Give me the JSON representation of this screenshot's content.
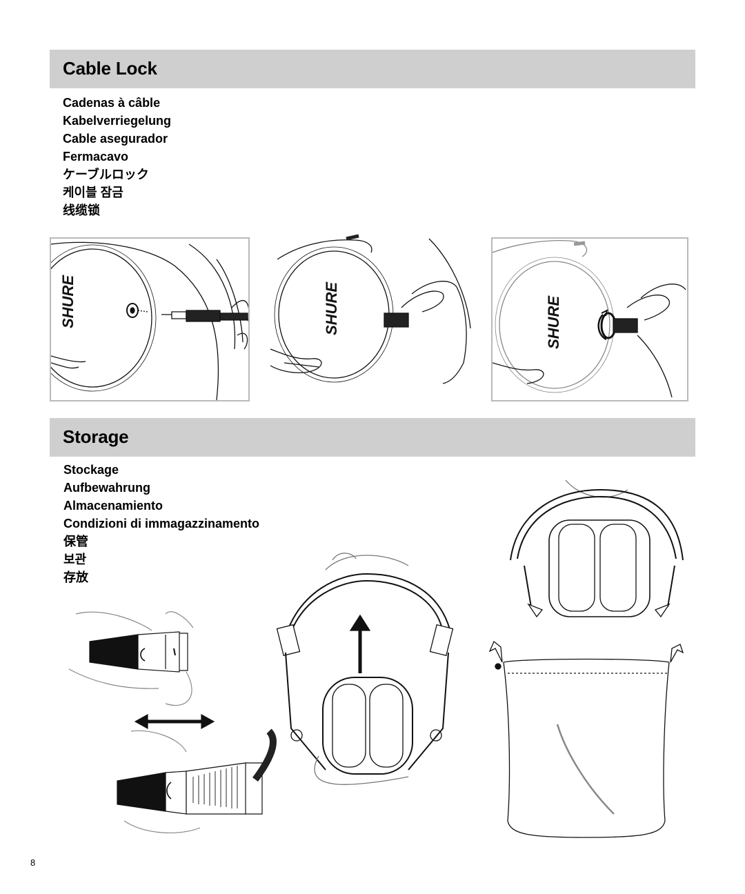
{
  "cable_lock": {
    "title": "Cable Lock",
    "translations": [
      "Cadenas à câble",
      "Kabelverriegelung",
      "Cable asegurador",
      "Fermacavo",
      "ケーブルロック",
      "케이블 잠금",
      "线缆锁"
    ],
    "logo_text": "SHURE"
  },
  "storage": {
    "title": "Storage",
    "translations": [
      "Stockage",
      "Aufbewahrung",
      "Almacenamiento",
      "Condizioni di immagazzinamento",
      "保管",
      "보관",
      "存放"
    ]
  },
  "page_number": "8"
}
